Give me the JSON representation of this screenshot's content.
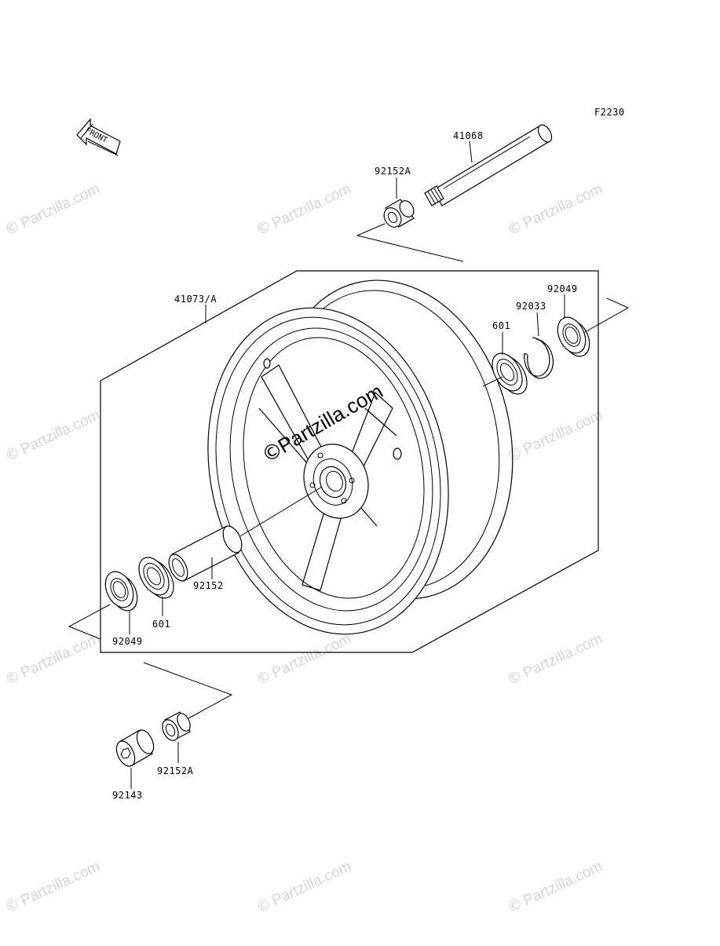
{
  "diagram": {
    "figure_code": "F2230",
    "front_indicator": "FRONT",
    "parts": [
      {
        "key": "axle",
        "number": "41068"
      },
      {
        "key": "collar_top",
        "number": "92152A"
      },
      {
        "key": "wheel",
        "number": "41073/A"
      },
      {
        "key": "seal_right",
        "number": "92049"
      },
      {
        "key": "circlip",
        "number": "92033"
      },
      {
        "key": "bearing_right",
        "number": "601"
      },
      {
        "key": "spacer",
        "number": "92152"
      },
      {
        "key": "bearing_left",
        "number": "601"
      },
      {
        "key": "seal_left",
        "number": "92049"
      },
      {
        "key": "collar_bottom",
        "number": "92152A"
      },
      {
        "key": "axle_nut",
        "number": "92143"
      }
    ]
  },
  "watermarks": {
    "symbol": "©",
    "text": "Partzilla.com"
  }
}
